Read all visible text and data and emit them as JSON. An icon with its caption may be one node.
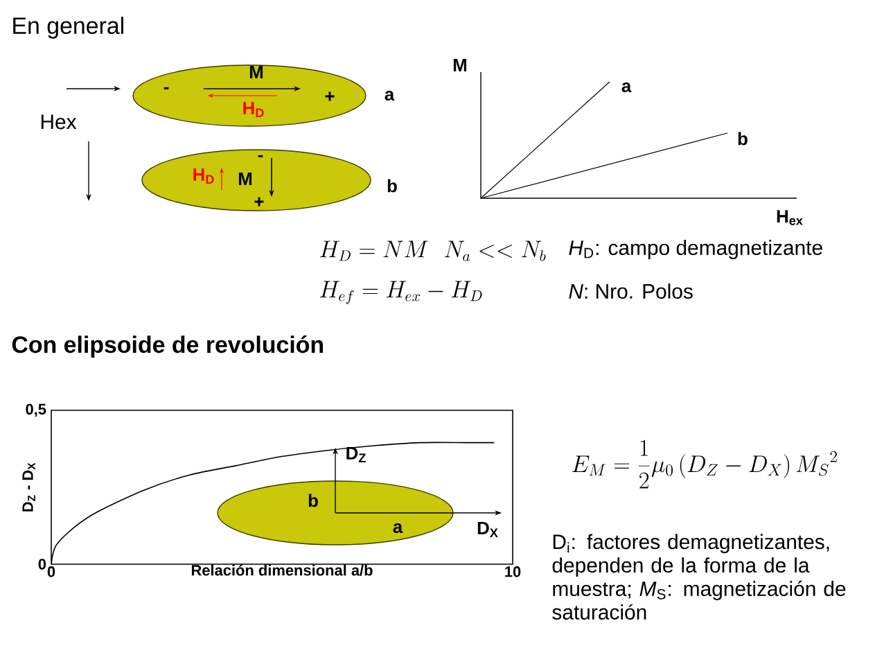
{
  "diagram": {
    "title": "En general",
    "nodes": [
      {
        "text": [
          "-",
          "M",
          "H$_{D}$",
          "+"
        ],
        "beside": [
          "a"
        ]
      },
      {
        "text": [
          "H$_{D}$",
          "M",
          "-",
          "+"
        ],
        "beside": [
          "b"
        ]
      },
      {
        "text": [
          "b",
          "a"
        ]
      }
    ],
    "labels": [
      "Hex",
      "M",
      "a",
      "b",
      "H$_{ex}$",
      "Con elipsoide de revolución",
      "D$_{Z}$",
      "D$_{X}$",
      "*H*$_{D}$: campo demagnetizante",
      "*N*: Nro. Polos",
      "D$_{i}$: factores demagnetizantes, dependen de la forma de la muestra; *M*$_{S}$: magnetización de saturación",
      "H_D = NM",
      "N_a << N_b",
      "H_{ef} = H_{ex} - H_D",
      "E_M = \\frac{1}{2}\\mu_0\\left(D_Z - D_X\\right){M_S}^2"
    ],
    "chart_data": {
      "type": "line",
      "xlabel": "Relación dimensional a/b",
      "ylabel": "D$_{Z}$ - D$_{X}$",
      "x": [
        0,
        0.1,
        0.5,
        1,
        2,
        3,
        4,
        5,
        6,
        7,
        8,
        9,
        9.6
      ],
      "series": [
        {
          "color": "#000000",
          "values": [
            0,
            0.06,
            0.12,
            0.17,
            0.24,
            0.29,
            0.32,
            0.35,
            0.37,
            0.385,
            0.395,
            0.395,
            0.395
          ]
        }
      ],
      "xlim": [
        0,
        10
      ],
      "ylim": [
        0,
        0.5
      ],
      "xticks": [
        {
          "value": 0,
          "label": "0"
        },
        {
          "value": 10,
          "label": "10"
        }
      ],
      "yticks": [
        {
          "value": 0,
          "label": "0"
        },
        {
          "value": 0.5,
          "label": "0,5"
        }
      ]
    }
  }
}
